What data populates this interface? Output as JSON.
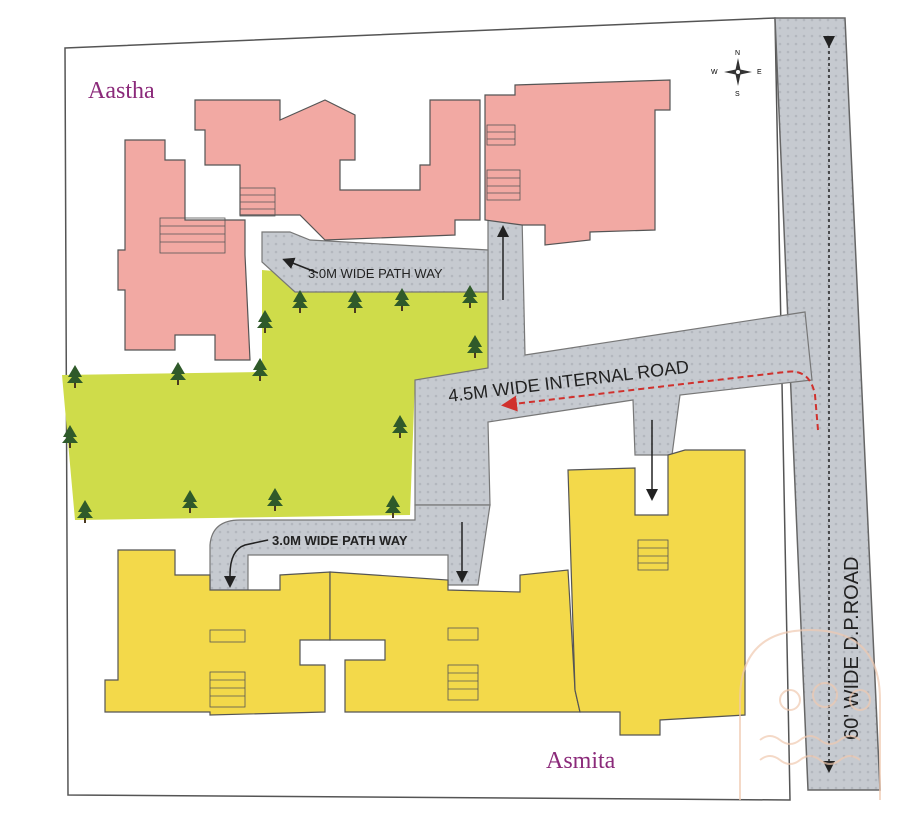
{
  "labels": {
    "aastha": "Aastha",
    "asmita": "Asmita",
    "path_top": "3.0M WIDE PATH WAY",
    "path_bottom": "3.0M WIDE PATH WAY",
    "internal_road": "4.5M WIDE INTERNAL ROAD",
    "dp_road": "60' WIDE D.P.ROAD"
  },
  "compass": {
    "north": "N",
    "south": "S",
    "east": "E",
    "west": "W"
  },
  "colors": {
    "aastha_building": "#f2a9a3",
    "asmita_building": "#f3d94a",
    "lawn": "#cfdc4a",
    "road": "#c9cdd3",
    "entry_arrow": "#d0312d",
    "label": "#8b2a7a"
  },
  "icons": [
    "compass-rose-icon",
    "tree-icon",
    "watermark-logo"
  ]
}
